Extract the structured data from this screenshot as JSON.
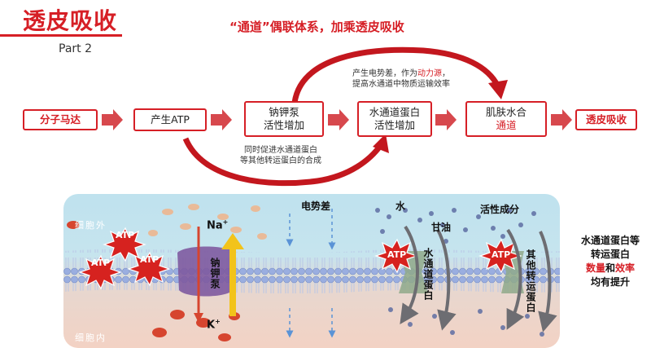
{
  "header": {
    "title": "透皮吸收",
    "subtitle": "Part 2",
    "headline": "“通道”偶联体系，加乘透皮吸收"
  },
  "flow": {
    "box1": "分子马达",
    "box2": "产生ATP",
    "box3_l1": "钠钾泵",
    "box3_l2": "活性增加",
    "box4_l1": "水通道蛋白",
    "box4_l2": "活性增加",
    "box5_l1": "肌肤水合",
    "box5_l2": "通道",
    "box6": "透皮吸收",
    "note_top_l1a": "产生电势差，作为",
    "note_top_l1b": "动力源",
    "note_top_l1c": "，",
    "note_top_l2": "提高水通道中物质运输效率",
    "note_bottom_l1": "同时促进水通道蛋白",
    "note_bottom_l2": "等其他转运蛋白的合成"
  },
  "scene": {
    "outside": "细胞外",
    "inside": "细胞内",
    "atp": "ATP",
    "na": "Na",
    "k": "K",
    "plus": "+",
    "pump": "钠钾泵",
    "potential": "电势差",
    "water": "水",
    "glycerol": "甘油",
    "active": "活性成分",
    "aqp": "水通道蛋白",
    "other": "其他转运蛋白"
  },
  "side": {
    "l1": "水通道蛋白等",
    "l2": "转运蛋白",
    "l3a": "数量",
    "l3b": "和",
    "l3c": "效率",
    "l4": "均有提升"
  },
  "colors": {
    "accent": "#d61f26",
    "membrane": "#8ea3d8",
    "pump": "#7e5aa0",
    "channel": "#8fa98a"
  }
}
